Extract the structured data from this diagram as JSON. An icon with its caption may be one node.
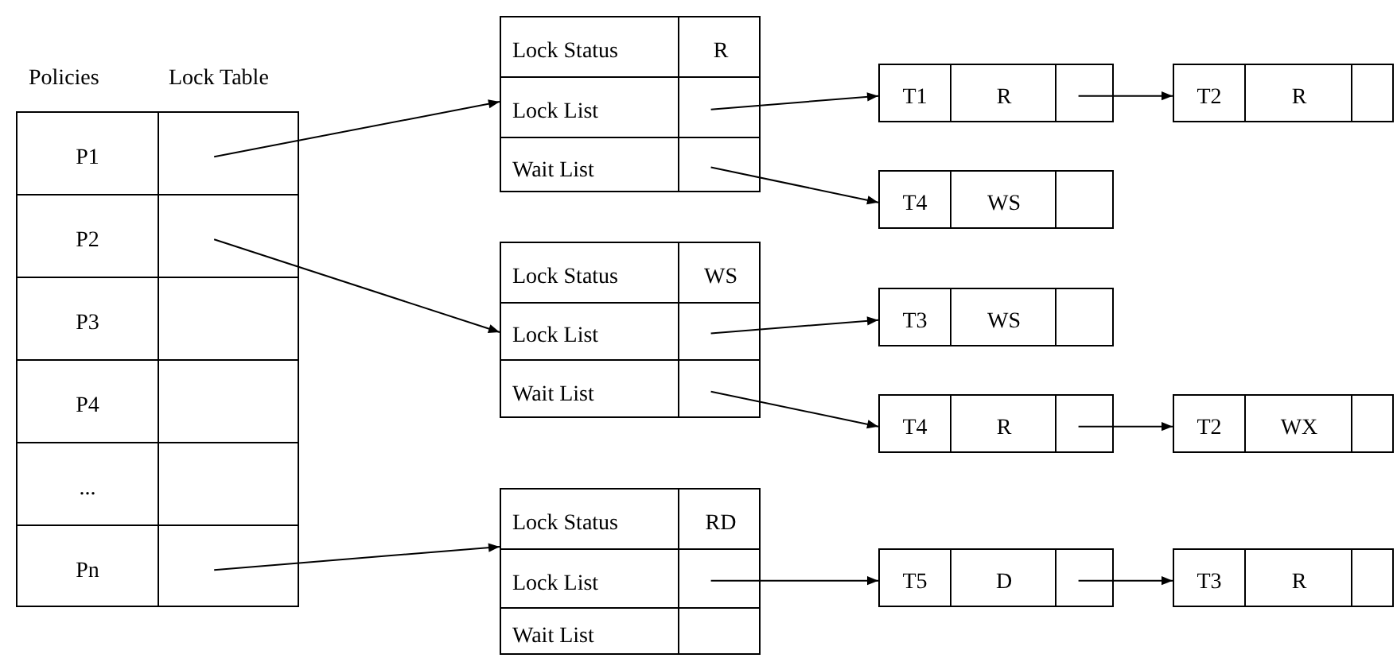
{
  "diagram": {
    "nodes": [
      {
        "text": [],
        "shape": "box"
      },
      {
        "text": [
          "P1"
        ],
        "in": 0
      },
      {
        "text": [],
        "shape": "box",
        "in": 0
      },
      {
        "text": [
          "P2"
        ],
        "in": 0
      },
      {
        "text": [],
        "shape": "box",
        "in": 0
      },
      {
        "text": [
          "P3"
        ],
        "in": 0
      },
      {
        "text": [],
        "shape": "box",
        "in": 0
      },
      {
        "text": [
          "P4"
        ],
        "in": 0
      },
      {
        "text": [],
        "shape": "box",
        "in": 0
      },
      {
        "text": [
          "..."
        ],
        "in": 0
      },
      {
        "text": [],
        "shape": "box",
        "in": 0
      },
      {
        "text": [
          "Pn"
        ],
        "in": 0
      },
      {
        "text": [],
        "shape": "box",
        "in": 0
      },
      {
        "text": [],
        "shape": "box"
      },
      {
        "text": [
          "Lock Status"
        ],
        "in": 13
      },
      {
        "text": [
          "R"
        ],
        "in": 13
      },
      {
        "text": [
          "Lock List"
        ],
        "in": 13
      },
      {
        "text": [],
        "shape": "box",
        "in": 13
      },
      {
        "text": [
          "Wait List"
        ],
        "in": 13
      },
      {
        "text": [],
        "shape": "box",
        "in": 13
      },
      {
        "text": [],
        "shape": "box"
      },
      {
        "text": [
          "Lock Status"
        ],
        "in": 20
      },
      {
        "text": [
          "WS"
        ],
        "in": 20
      },
      {
        "text": [
          "Lock List"
        ],
        "in": 20
      },
      {
        "text": [],
        "shape": "box",
        "in": 20
      },
      {
        "text": [
          "Wait List"
        ],
        "in": 20
      },
      {
        "text": [],
        "shape": "box",
        "in": 20
      },
      {
        "text": [],
        "shape": "box"
      },
      {
        "text": [
          "Lock Status"
        ],
        "in": 27
      },
      {
        "text": [
          "RD"
        ],
        "in": 27
      },
      {
        "text": [
          "Lock List"
        ],
        "in": 27
      },
      {
        "text": [],
        "shape": "box",
        "in": 27
      },
      {
        "text": [
          "Wait List"
        ],
        "in": 27
      },
      {
        "text": [],
        "shape": "box",
        "in": 27
      },
      {
        "text": [],
        "shape": "box"
      },
      {
        "text": [
          "T1"
        ],
        "in": 34
      },
      {
        "text": [
          "R"
        ],
        "in": 34
      },
      {
        "text": [],
        "shape": "box",
        "in": 34
      },
      {
        "text": [],
        "shape": "box"
      },
      {
        "text": [
          "T2"
        ],
        "in": 38
      },
      {
        "text": [
          "R"
        ],
        "in": 38
      },
      {
        "text": [],
        "shape": "box",
        "in": 38
      },
      {
        "text": [],
        "shape": "box"
      },
      {
        "text": [
          "T4"
        ],
        "in": 42
      },
      {
        "text": [
          "WS"
        ],
        "in": 42
      },
      {
        "text": [],
        "shape": "box",
        "in": 42
      },
      {
        "text": [],
        "shape": "box"
      },
      {
        "text": [
          "T3"
        ],
        "in": 46
      },
      {
        "text": [
          "WS"
        ],
        "in": 46
      },
      {
        "text": [],
        "shape": "box",
        "in": 46
      },
      {
        "text": [],
        "shape": "box"
      },
      {
        "text": [
          "T4"
        ],
        "in": 50
      },
      {
        "text": [
          "R"
        ],
        "in": 50
      },
      {
        "text": [],
        "shape": "box",
        "in": 50
      },
      {
        "text": [],
        "shape": "box"
      },
      {
        "text": [
          "T2"
        ],
        "in": 54
      },
      {
        "text": [
          "WX"
        ],
        "in": 54
      },
      {
        "text": [],
        "shape": "box",
        "in": 54
      },
      {
        "text": [],
        "shape": "box"
      },
      {
        "text": [
          "T5"
        ],
        "in": 58
      },
      {
        "text": [
          "D"
        ],
        "in": 58
      },
      {
        "text": [],
        "shape": "box",
        "in": 58
      },
      {
        "text": [],
        "shape": "box"
      },
      {
        "text": [
          "T3"
        ],
        "in": 62
      },
      {
        "text": [
          "R"
        ],
        "in": 62
      },
      {
        "text": [],
        "shape": "box",
        "in": 62
      }
    ],
    "edges": [
      {
        "from": 2,
        "to": 13,
        "arrow": "to"
      },
      {
        "from": 4,
        "to": 20,
        "arrow": "to"
      },
      {
        "from": 12,
        "to": 27,
        "arrow": "to"
      },
      {
        "from": 17,
        "to": 34,
        "arrow": "to"
      },
      {
        "from": 19,
        "to": 42,
        "arrow": "to"
      },
      {
        "from": 37,
        "to": 38,
        "arrow": "to"
      },
      {
        "from": 24,
        "to": 46,
        "arrow": "to"
      },
      {
        "from": 26,
        "to": 50,
        "arrow": "to"
      },
      {
        "from": 53,
        "to": 54,
        "arrow": "to"
      },
      {
        "from": 31,
        "to": 58,
        "arrow": "to"
      },
      {
        "from": 61,
        "to": 62,
        "arrow": "to"
      }
    ],
    "labels": [
      "Policies",
      "Lock Table"
    ]
  }
}
